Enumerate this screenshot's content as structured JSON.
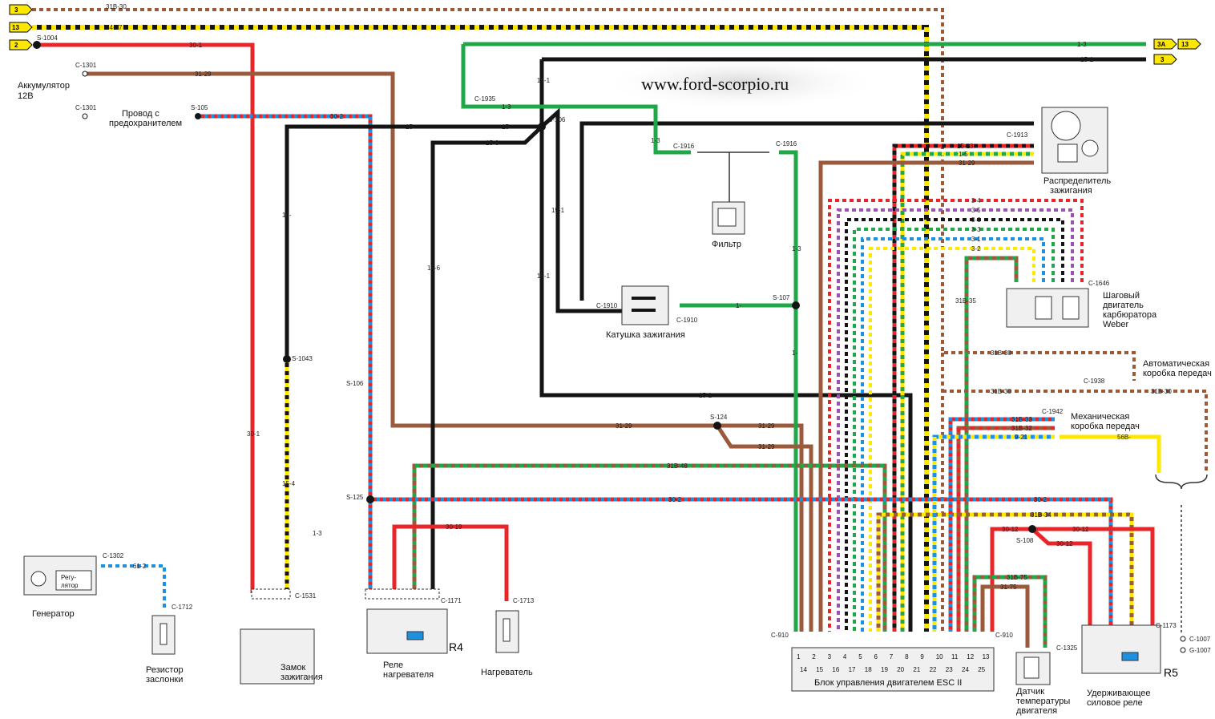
{
  "watermark": "www.ford-scorpio.ru",
  "colors": {
    "red": "#e8262a",
    "brown": "#9b5a3c",
    "black": "#141414",
    "green": "#20a848",
    "yellow": "#ffe800",
    "blue": "#1e90e0",
    "purple": "#a050b0"
  },
  "edge_tags": [
    "3",
    "13",
    "2",
    "3A",
    "13"
  ],
  "wires": {
    "w31b30": "31B-30",
    "w5437": "54-37",
    "w301": "30-1",
    "w3129": "31-29",
    "w302": "30-2",
    "w15a": "15-",
    "w15b": "15-",
    "w156": "15-6",
    "w151": "15-1",
    "w13": "1-3",
    "w1513": "15-13",
    "w15": "1-5",
    "w1": "1-",
    "w34": "3-4",
    "w35": "3-5",
    "w36": "3-6",
    "w33": "3-3",
    "w31": "3-1",
    "w32": "3-2",
    "w31b35": "31B-35",
    "w31b48": "31B-48",
    "w3019": "30-19",
    "w154": "15-4",
    "w612": "61-2",
    "w31b33": "31B-33",
    "w31b32": "31B-32",
    "w921": "9-21",
    "w56b": "56B-",
    "w31b34": "31B-34",
    "w3012": "30-12",
    "w31b75": "31B-75",
    "w3175": "31-75"
  },
  "connectors": {
    "s1004": "S-1004",
    "c1301a": "C-1301",
    "c1301b": "C-1301",
    "s105": "S-105",
    "c1935": "C-1935",
    "s106a": "S-106",
    "c1916a": "C-1916",
    "c1916b": "C-1916",
    "c1913": "C-1913",
    "c1910a": "C-1910",
    "c1910b": "C-1910",
    "s107": "S-107",
    "c1646": "C-1646",
    "s1043": "S-1043",
    "s106b": "S-106",
    "s124": "S-124",
    "s125": "S-125",
    "c1938": "C-1938",
    "c1942": "C-1942",
    "c1302": "C-1302",
    "c1712": "C-1712",
    "c1531": "C-1531",
    "c1171": "C-1171",
    "c1713": "C-1713",
    "c910a": "C-910",
    "c910b": "C-910",
    "c1325": "C-1325",
    "s108": "S-108",
    "c1173": "C-1173",
    "c1007": "C-1007",
    "g1007": "G-1007"
  },
  "components": {
    "battery_line1": "Аккумулятор",
    "battery_line2": "12В",
    "fused_line1": "Провод с",
    "fused_line2": "предохранителем",
    "distributor_line1": "Распределитель",
    "distributor_line2": "зажигания",
    "filter": "Фильтр",
    "coil": "Катушка зажигания",
    "stepper_line1": "Шаговый",
    "stepper_line2": "двигатель",
    "stepper_line3": "карбюратора",
    "stepper_line4": "Weber",
    "auto_line1": "Автоматическая",
    "auto_line2": "коробка передач",
    "manual_line1": "Механическая",
    "manual_line2": "коробка передач",
    "generator": "Генератор",
    "regulator_line1": "Регу-",
    "regulator_line2": "лятор",
    "resistor_line1": "Резистор",
    "resistor_line2": "заслонки",
    "ignition_switch_line1": "Замок",
    "ignition_switch_line2": "зажигания",
    "relay_heater_line1": "Реле",
    "relay_heater_line2": "нагревателя",
    "r4": "R4",
    "heater": "Нагреватель",
    "ecu": "Блок управления двигателем ESC II",
    "temp_line1": "Датчик",
    "temp_line2": "температуры",
    "temp_line3": "двигателя",
    "power_relay_line1": "Удерживающее",
    "power_relay_line2": "силовое реле",
    "r5": "R5"
  },
  "ecu_pins_top": [
    "1",
    "2",
    "3",
    "4",
    "5",
    "6",
    "7",
    "8",
    "9",
    "10",
    "11",
    "12",
    "13"
  ],
  "ecu_pins_bottom": [
    "14",
    "15",
    "16",
    "17",
    "18",
    "19",
    "20",
    "21",
    "22",
    "23",
    "24",
    "25"
  ]
}
